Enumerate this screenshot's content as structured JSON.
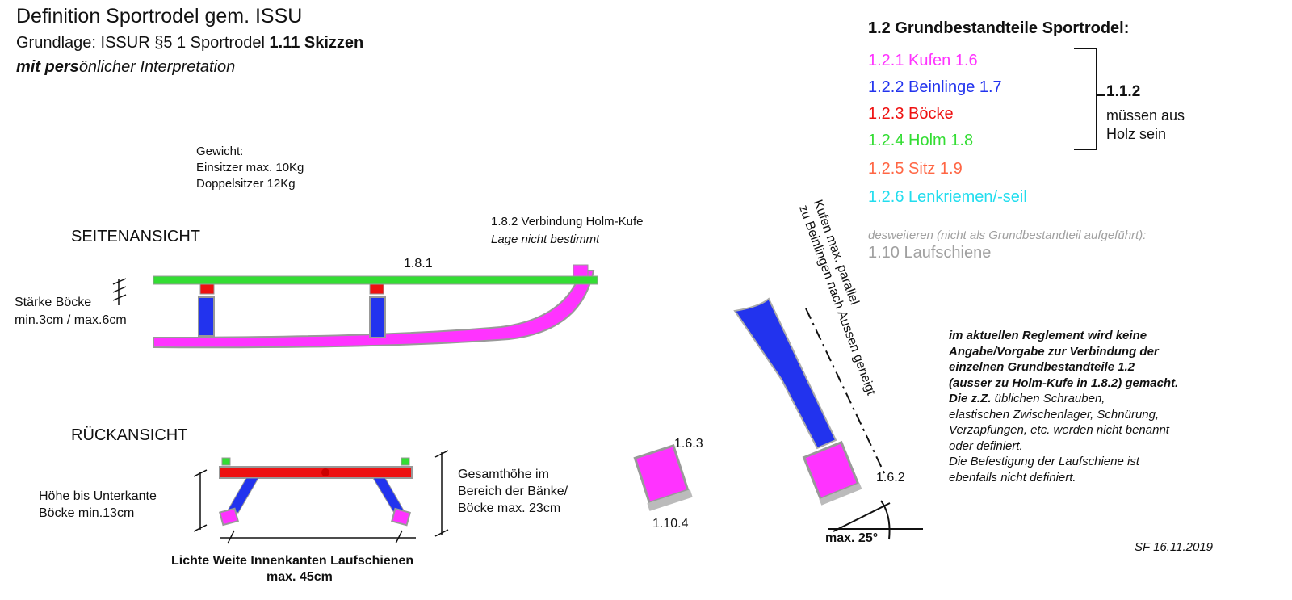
{
  "header": {
    "title": "Definition Sportrodel gem. ISSU",
    "subtitle_a": "Grundlage: ISSUR §5 1 Sportrodel",
    "subtitle_b": "1.11 Skizzen",
    "subtitle_italic_bold": "mit pers",
    "subtitle_italic": "önlicher Interpretation"
  },
  "weight": {
    "label": "Gewicht:",
    "single": "Einsitzer max. 10Kg",
    "double": "Doppelsitzer 12Kg"
  },
  "side_view": {
    "title": "SEITENANSICHT",
    "connection": "1.8.2 Verbindung Holm-Kufe",
    "connection_note": "Lage nicht bestimmt",
    "holm_label": "1.8.1",
    "thickness_a": "Stärke Böcke",
    "thickness_b": "min.3cm / max.6cm"
  },
  "back_view": {
    "title": "RÜCKANSICHT",
    "height_a": "Höhe bis Unterkante",
    "height_b": "Böcke min.13cm",
    "total_a": "Gesamthöhe im",
    "total_b": "Bereich der Bänke/",
    "total_c": "Böcke max. 23cm",
    "width_a": "Lichte Weite Innenkanten Laufschienen",
    "width_b": "max. 45cm"
  },
  "detail": {
    "label_163": "1.6.3",
    "label_1104": "1.10.4",
    "label_162": "1.6.2",
    "angle": "max. 25°",
    "rotated_a": "Kufen max. parallel",
    "rotated_b": "zu Beinlingen nach Aussen geneigt"
  },
  "legend": {
    "title": "1.2 Grundbestandteile Sportrodel:",
    "items": [
      {
        "label": "1.2.1 Kufen 1.6",
        "color": "#ff33ff"
      },
      {
        "label": "1.2.2 Beinlinge 1.7",
        "color": "#2233ee"
      },
      {
        "label": "1.2.3 Böcke",
        "color": "#ee1111"
      },
      {
        "label": "1.2.4 Holm 1.8",
        "color": "#33dd33"
      },
      {
        "label": "1.2.5 Sitz 1.9",
        "color": "#ff6644"
      },
      {
        "label": "1.2.6 Lenkriemen/-seil",
        "color": "#22ddee"
      }
    ],
    "bracket_a": "1.1.2",
    "bracket_b": "müssen aus",
    "bracket_c": "Holz sein",
    "further": "desweiteren (nicht als Grundbestandteil  aufgeführt):",
    "rail": "1.10 Laufschiene"
  },
  "note": {
    "bold": [
      "im aktuellen Reglement wird keine",
      "Angabe/Vorgabe zur Verbindung der",
      "einzelnen Grundbestandteile 1.2",
      "(ausser zu Holm-Kufe in 1.8.2) gemacht."
    ],
    "mixed_bold": "Die z.Z.",
    "mixed_rest": " üblichen Schrauben,",
    "plain": [
      "elastischen Zwischenlager, Schnürung,",
      "Verzapfungen, etc. werden nicht benannt",
      "oder definiert.",
      "Die Befestigung der Laufschiene ist",
      "ebenfalls nicht definiert."
    ]
  },
  "signature": "SF 16.11.2019"
}
